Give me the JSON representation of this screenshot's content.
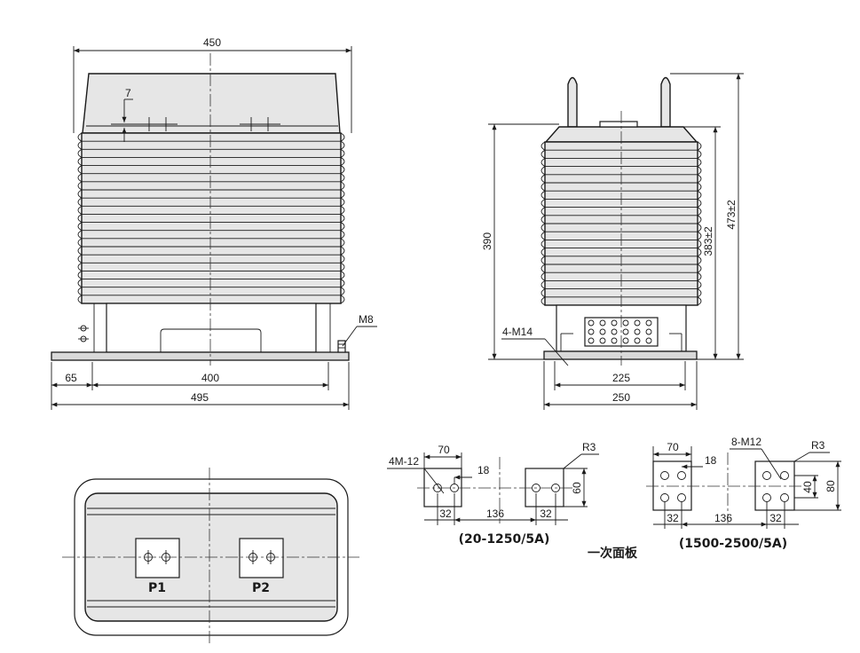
{
  "front_view": {
    "dim_top": "450",
    "dim_top_small": "7",
    "dim_edge": "65",
    "dim_holes": "400",
    "dim_base": "495",
    "bolt_label": "M8"
  },
  "side_view": {
    "dim_height_left": "390",
    "dim_height_inner": "383±2",
    "dim_height_total": "473±2",
    "bolt_label": "4-M14",
    "dim_inner": "225",
    "dim_base": "250"
  },
  "top_view": {
    "terminal_left": "P1",
    "terminal_right": "P2"
  },
  "panel_a": {
    "width": "70",
    "hole_label": "4M-12",
    "offset": "18",
    "radius": "R3",
    "height": "60",
    "pitch_left": "32",
    "spacing": "136",
    "pitch_right": "32",
    "caption": "(20-1250/5A)"
  },
  "panel_b": {
    "width": "70",
    "offset": "18",
    "hole_label": "8-M12",
    "radius": "R3",
    "inner_height": "40",
    "height": "80",
    "pitch_left": "32",
    "spacing": "136",
    "pitch_right": "32",
    "caption": "(1500-2500/5A)"
  },
  "panel_title": "一次面板"
}
